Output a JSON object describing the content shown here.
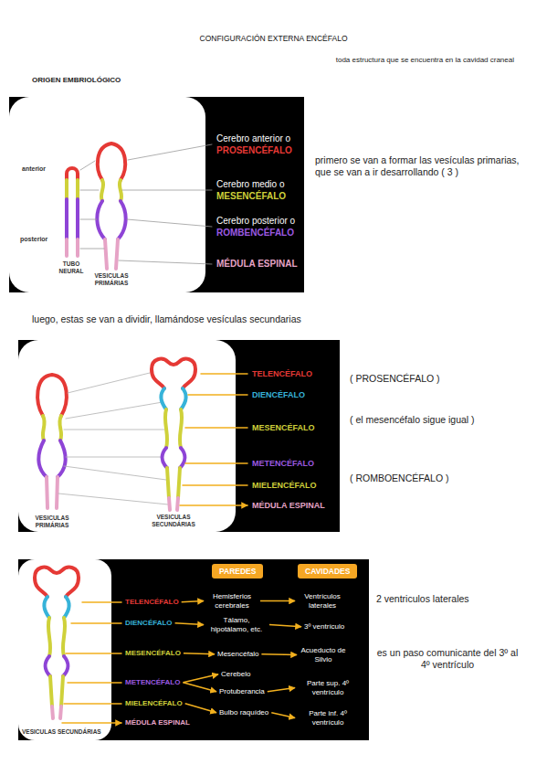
{
  "diagram": {
    "title": "CONFIGURACIÓN EXTERNA ENCÉFALO",
    "nodes": [
      {
        "text": [
          "PAREDES"
        ]
      },
      {
        "text": [
          "CAVIDADES"
        ]
      },
      {
        "text": [
          "TELENCÉFALO"
        ]
      },
      {
        "text": [
          "Hemisferios cerebrales"
        ]
      },
      {
        "text": [
          "Ventrículos laterales"
        ]
      },
      {
        "text": [
          "DIENCÉFALO"
        ]
      },
      {
        "text": [
          "Tálamo, hipotálamo, etc."
        ]
      },
      {
        "text": [
          "3º ventrículo"
        ]
      },
      {
        "text": [
          "MESENCÉFALO"
        ]
      },
      {
        "text": [
          "Mesencéfalo"
        ]
      },
      {
        "text": [
          "Acueducto de Silvio"
        ]
      },
      {
        "text": [
          "METENCÉFALO"
        ]
      },
      {
        "text": [
          "Cerebelo"
        ]
      },
      {
        "text": [
          "Protuberancia"
        ]
      },
      {
        "text": [
          "Parte sup. 4º ventrículo"
        ]
      },
      {
        "text": [
          "MIELENCÉFALO"
        ]
      },
      {
        "text": [
          "Bulbo raquídeo"
        ]
      },
      {
        "text": [
          "Parte inf. 4º ventrículo"
        ]
      },
      {
        "text": [
          "MÉDULA ESPINAL"
        ]
      }
    ],
    "edges": [
      {
        "from": 2,
        "to": 3,
        "arrow": "to"
      },
      {
        "from": 3,
        "to": 4,
        "arrow": "to"
      },
      {
        "from": 5,
        "to": 6,
        "arrow": "to"
      },
      {
        "from": 6,
        "to": 7,
        "arrow": "to"
      },
      {
        "from": 8,
        "to": 9,
        "arrow": "to"
      },
      {
        "from": 9,
        "to": 10,
        "arrow": "to"
      },
      {
        "from": 11,
        "to": 12,
        "arrow": "to"
      },
      {
        "from": 11,
        "to": 13,
        "arrow": "to"
      },
      {
        "from": 13,
        "to": 14,
        "arrow": "to"
      },
      {
        "from": 15,
        "to": 16,
        "arrow": "to"
      },
      {
        "from": 16,
        "to": 17,
        "arrow": "to"
      }
    ],
    "labels": [
      "toda estructura que se encuentra en la cavidad craneal",
      "ORIGEN EMBRIOLÓGICO",
      "anterior",
      "posterior",
      "TUBO NEURAL",
      "VESICULAS PRIMÁRIAS",
      "Cerebro anterior o",
      "PROSENCÉFALO",
      "Cerebro medio o",
      "MESENCÉFALO",
      "Cerebro posterior o",
      "ROMBENCÉFALO",
      "MÉDULA ESPINAL",
      "primero se van a formar las vesículas primarias, que se van a ir desarrollando ( 3 )",
      "luego, estas se van a dividir, llamándose vesículas secundarias",
      "VESICULAS PRIMÁRIAS",
      "VESICULAS SECUNDÁRIAS",
      "TELENCÉFALO",
      "DIENCÉFALO",
      "MESENCÉFALO",
      "METENCÉFALO",
      "MIELENCÉFALO",
      "MÉDULA ESPINAL",
      "( PROSENCÉFALO )",
      "( el mesencéfalo sigue igual )",
      "( ROMBOENCÉFALO )",
      "VESICULAS SECUNDÁRIAS",
      "2 ventriculos laterales",
      "es un paso comunicante del 3º al 4º ventrículo"
    ]
  }
}
